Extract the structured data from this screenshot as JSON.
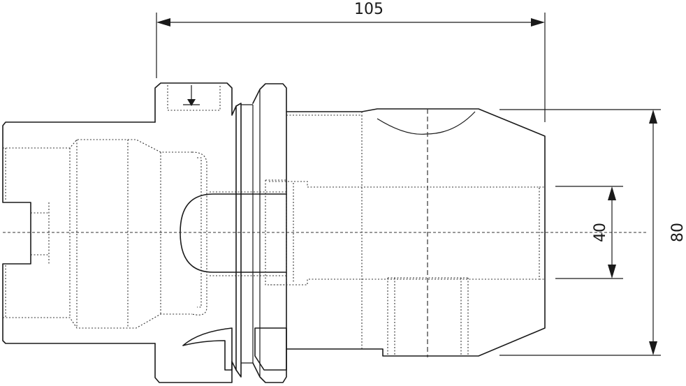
{
  "dimensions": {
    "length": "105",
    "bore_diameter": "40",
    "outer_diameter": "80"
  },
  "colors": {
    "line": "#1a1a1a",
    "background": "#ffffff"
  }
}
